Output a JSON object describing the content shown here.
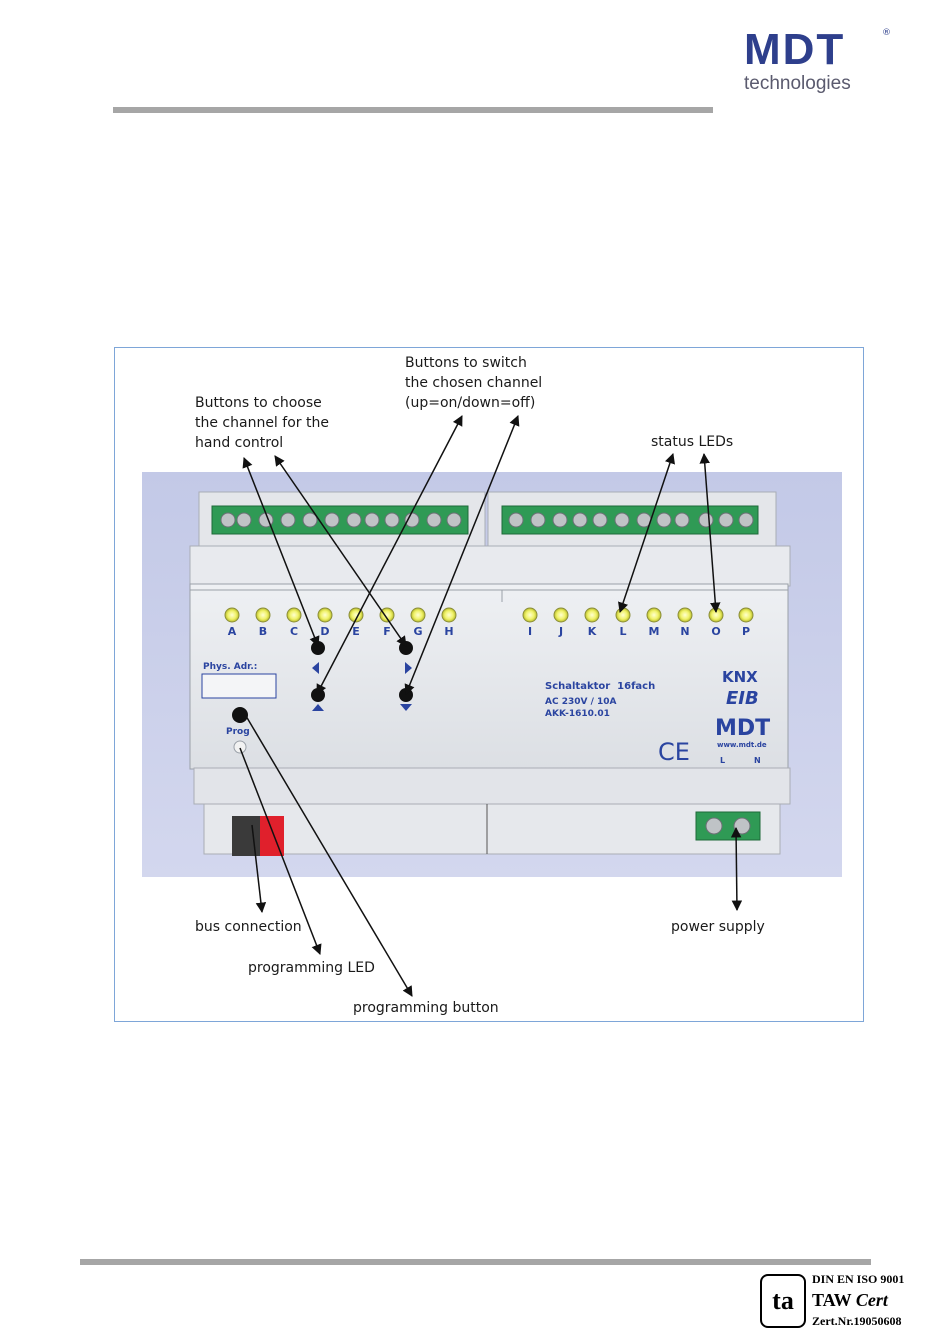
{
  "header": {
    "brand_name": "MDT",
    "brand_tagline": "technologies",
    "brand_reg": "®"
  },
  "figure": {
    "annotations": {
      "choose_channel": "Buttons to choose\nthe channel for the\nhand control",
      "switch_channel": "Buttons to switch\nthe chosen channel\n(up=on/down=off)",
      "status_leds": "status LEDs",
      "bus_connection": "bus connection",
      "programming_led": "programming LED",
      "programming_button": "programming button",
      "power_supply": "power supply"
    },
    "device": {
      "channels_left": [
        "A",
        "B",
        "C",
        "D",
        "E",
        "F",
        "G",
        "H"
      ],
      "channels_right": [
        "I",
        "J",
        "K",
        "L",
        "M",
        "N",
        "O",
        "P"
      ],
      "phys_adr_label": "Phys. Adr.:",
      "prog_label": "Prog",
      "product_name": "Schaltaktor  16fach",
      "product_rating": "AC 230V / 10A",
      "product_code": "AKK-1610.01",
      "knx_label": "KNX",
      "eib_label": "EIB",
      "brand_label": "MDT",
      "website": "www.mdt.de",
      "ce_mark": "CE",
      "terminal_l": "L",
      "terminal_n": "N"
    }
  },
  "footer": {
    "cert_standard": "DIN EN ISO 9001",
    "cert_body_taw": "TAW",
    "cert_body_cert": "Cert",
    "cert_number": "Zert.Nr.19050608",
    "cert_logo_text": "ta"
  },
  "colors": {
    "brand_blue": "#2e3f8c",
    "led_yellow": "#e9ee52",
    "terminal_green": "#2f9a55",
    "housing": "#e6e8ec",
    "background_blue": "#c8cde8"
  }
}
